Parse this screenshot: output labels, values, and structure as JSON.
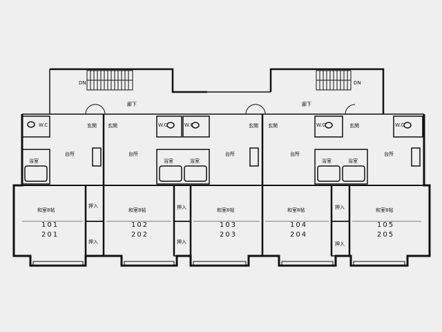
{
  "corridor_label": "廊下",
  "stair_label": "DN",
  "room_labels": {
    "kitchen": "台所",
    "bath": "浴室",
    "toilet": "W.C",
    "entrance": "玄関",
    "closet": "押入",
    "washitsu": "和室8帖"
  },
  "units": [
    {
      "upper": "101",
      "lower": "201"
    },
    {
      "upper": "102",
      "lower": "202"
    },
    {
      "upper": "103",
      "lower": "203"
    },
    {
      "upper": "104",
      "lower": "204"
    },
    {
      "upper": "105",
      "lower": "205"
    }
  ]
}
